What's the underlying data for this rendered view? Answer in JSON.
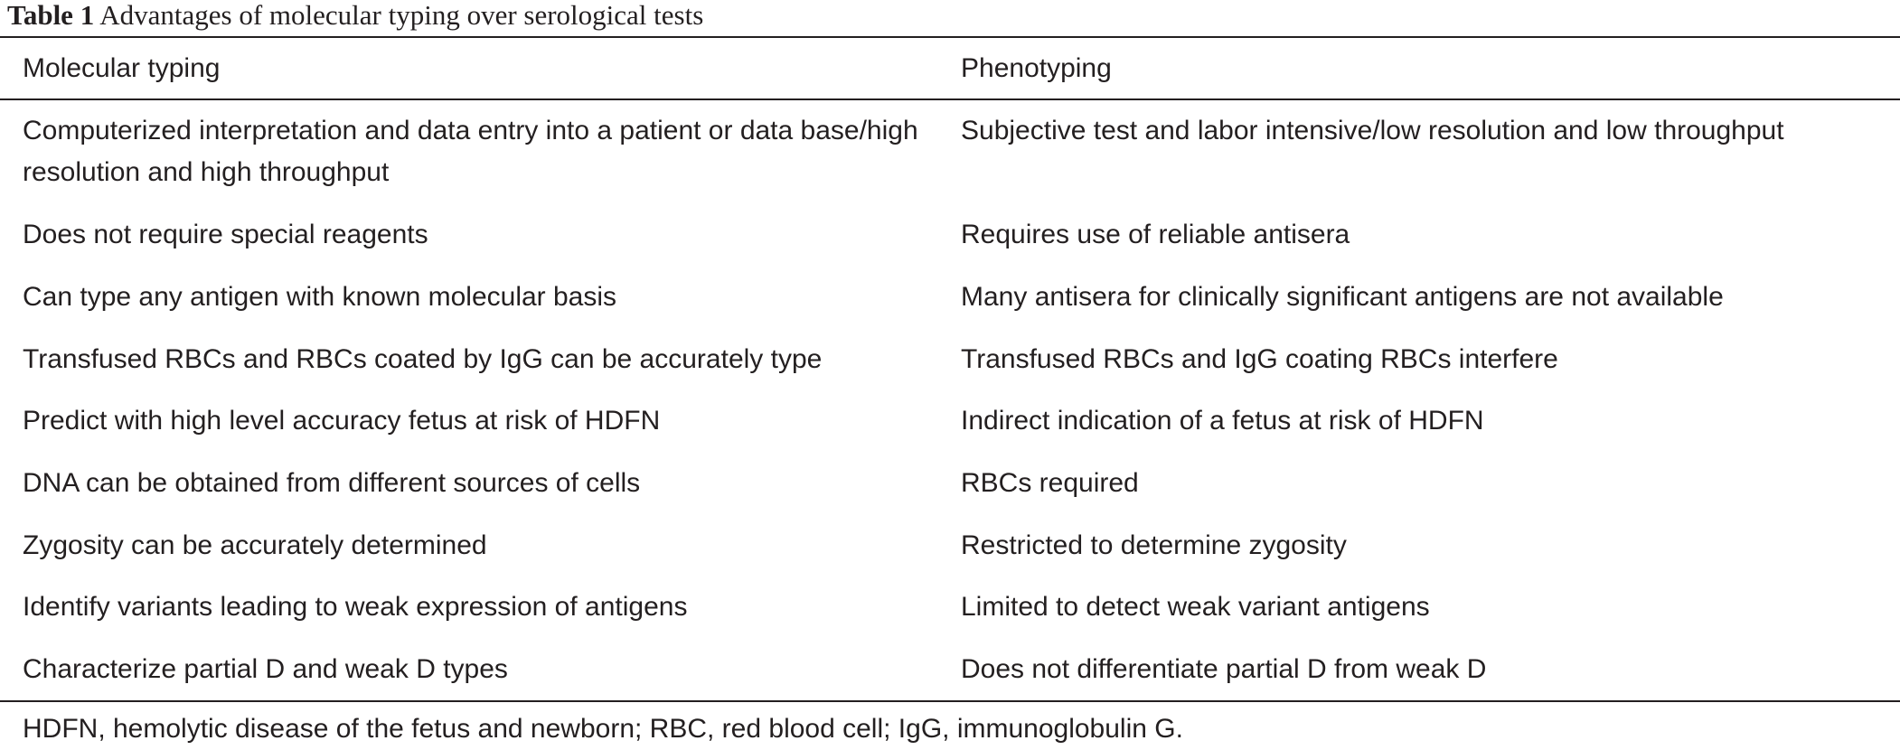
{
  "table": {
    "label": "Table 1",
    "title": "Advantages of molecular typing over serological tests",
    "headers": [
      "Molecular typing",
      "Phenotyping"
    ],
    "rows": [
      [
        "Computerized interpretation and data entry into a patient or data base/high resolution and high throughput",
        "Subjective test and labor intensive/low resolution and low throughput"
      ],
      [
        "Does not require special reagents",
        "Requires use of reliable antisera"
      ],
      [
        "Can type any antigen with known molecular basis",
        "Many antisera for clinically significant antigens are not available"
      ],
      [
        "Transfused RBCs and RBCs coated by IgG can be accurately type",
        "Transfused RBCs and IgG coating RBCs interfere"
      ],
      [
        "Predict with high level accuracy fetus at risk of HDFN",
        "Indirect indication of a fetus at risk of HDFN"
      ],
      [
        "DNA can be obtained from different sources of cells",
        "RBCs required"
      ],
      [
        "Zygosity can be accurately determined",
        "Restricted to determine zygosity"
      ],
      [
        "Identify variants leading to weak expression of antigens",
        "Limited to detect weak variant antigens"
      ],
      [
        "Characterize partial D and weak D types",
        "Does not differentiate partial D from weak D"
      ]
    ],
    "footnote": "HDFN, hemolytic disease of the fetus and newborn; RBC, red blood cell; IgG, immunoglobulin G."
  }
}
